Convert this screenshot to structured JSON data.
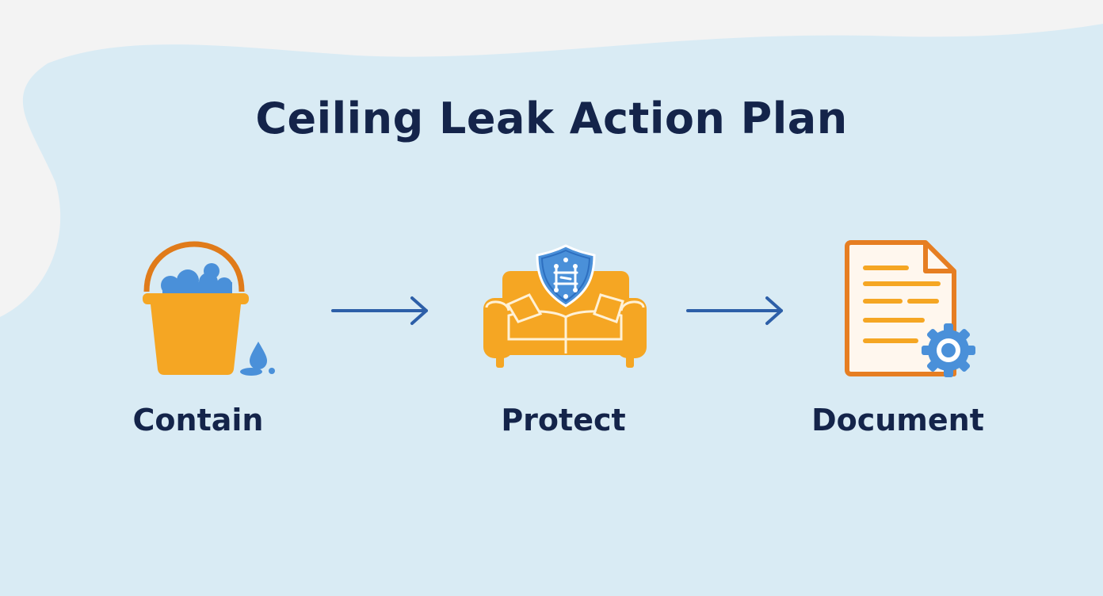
{
  "title": "Ceiling Leak Action Plan",
  "steps": [
    {
      "label": "Contain",
      "icon": "bucket-icon"
    },
    {
      "label": "Protect",
      "icon": "sofa-shield-icon"
    },
    {
      "label": "Document",
      "icon": "document-gear-icon"
    }
  ],
  "colors": {
    "background_blob": "#d9ebf4",
    "page": "#f3f3f3",
    "text": "#14244a",
    "orange": "#f5a623",
    "dark_orange": "#e67e22",
    "blue": "#4a90d9",
    "arrow": "#2d5fa8"
  }
}
